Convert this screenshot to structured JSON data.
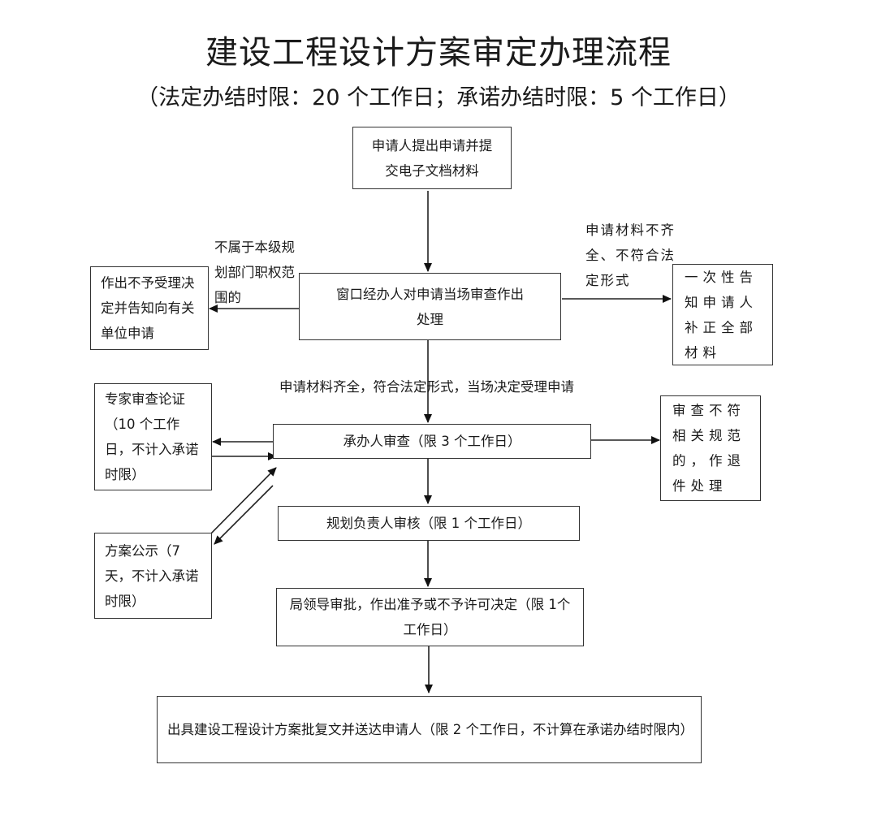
{
  "title": "建设工程设计方案审定办理流程",
  "subtitle": "（法定办结时限：20 个工作日；承诺办结时限：5 个工作日）",
  "nodes": {
    "apply": "申请人提出申请并提交电子文档材料",
    "window_review": "窗口经办人对申请当场审查作出处理",
    "reject_notice": "作出不予受理决定并告知向有关单位申请",
    "one_time_notice": "一次性告知申请人补正全部材料",
    "handler_review": "承办人审查（限 3 个工作日）",
    "expert_review": "专家审查论证（10 个工作日，不计入承诺时限）",
    "return_doc": "审查不符相关规范的，作退件处理",
    "plan_publicity": "方案公示（7 天，不计入承诺时限）",
    "planning_head": "规划负责人审核（限 1 个工作日）",
    "bureau_approval": "局领导审批，作出准予或不予许可决定（限 1个工作日）",
    "issue_reply": "出具建设工程设计方案批复文并送达申请人（限 2 个工作日，不计算在承诺办结时限内）"
  },
  "edge_labels": {
    "not_in_scope": "不属于本级规划部门职权范围的",
    "incomplete": "申请材料不齐全、不符合法定形式",
    "accepted": "申请材料齐全，符合法定形式，当场决定受理申请"
  }
}
